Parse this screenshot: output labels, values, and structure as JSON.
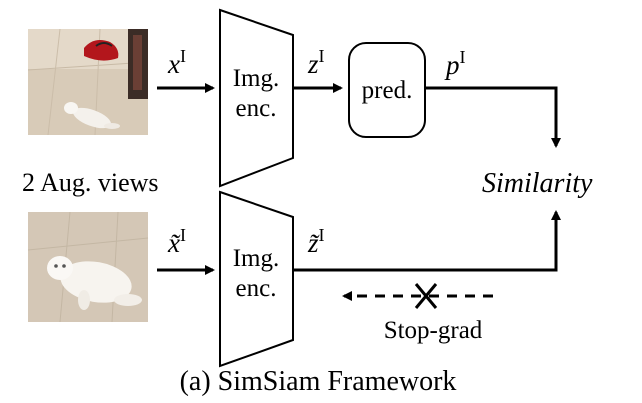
{
  "diagram": {
    "inputs": {
      "view1_label": "x",
      "view1_sup": "I",
      "view2_label": "x̃",
      "view2_sup": "I",
      "caption_views": "2 Aug. views"
    },
    "encoder_top": {
      "line1": "Img.",
      "line2": "enc."
    },
    "encoder_bottom": {
      "line1": "Img.",
      "line2": "enc."
    },
    "z_top": {
      "label": "z",
      "sup": "I"
    },
    "z_bottom": {
      "label": "z̃",
      "sup": "I"
    },
    "predictor": {
      "label": "pred."
    },
    "p_top": {
      "label": "p",
      "sup": "I"
    },
    "similarity": "Similarity",
    "stop_grad": "Stop-grad",
    "caption": "(a) SimSiam Framework"
  },
  "images": [
    {
      "description": "augmented-view-1-photo",
      "colors": {
        "floor": "#d8cbb8",
        "cat": "#f4f1ec",
        "bag": "#b3161c",
        "door": "#3b2c26"
      }
    },
    {
      "description": "augmented-view-2-photo",
      "colors": {
        "floor": "#d4c7b6",
        "cat": "#f7f4ef"
      }
    }
  ]
}
